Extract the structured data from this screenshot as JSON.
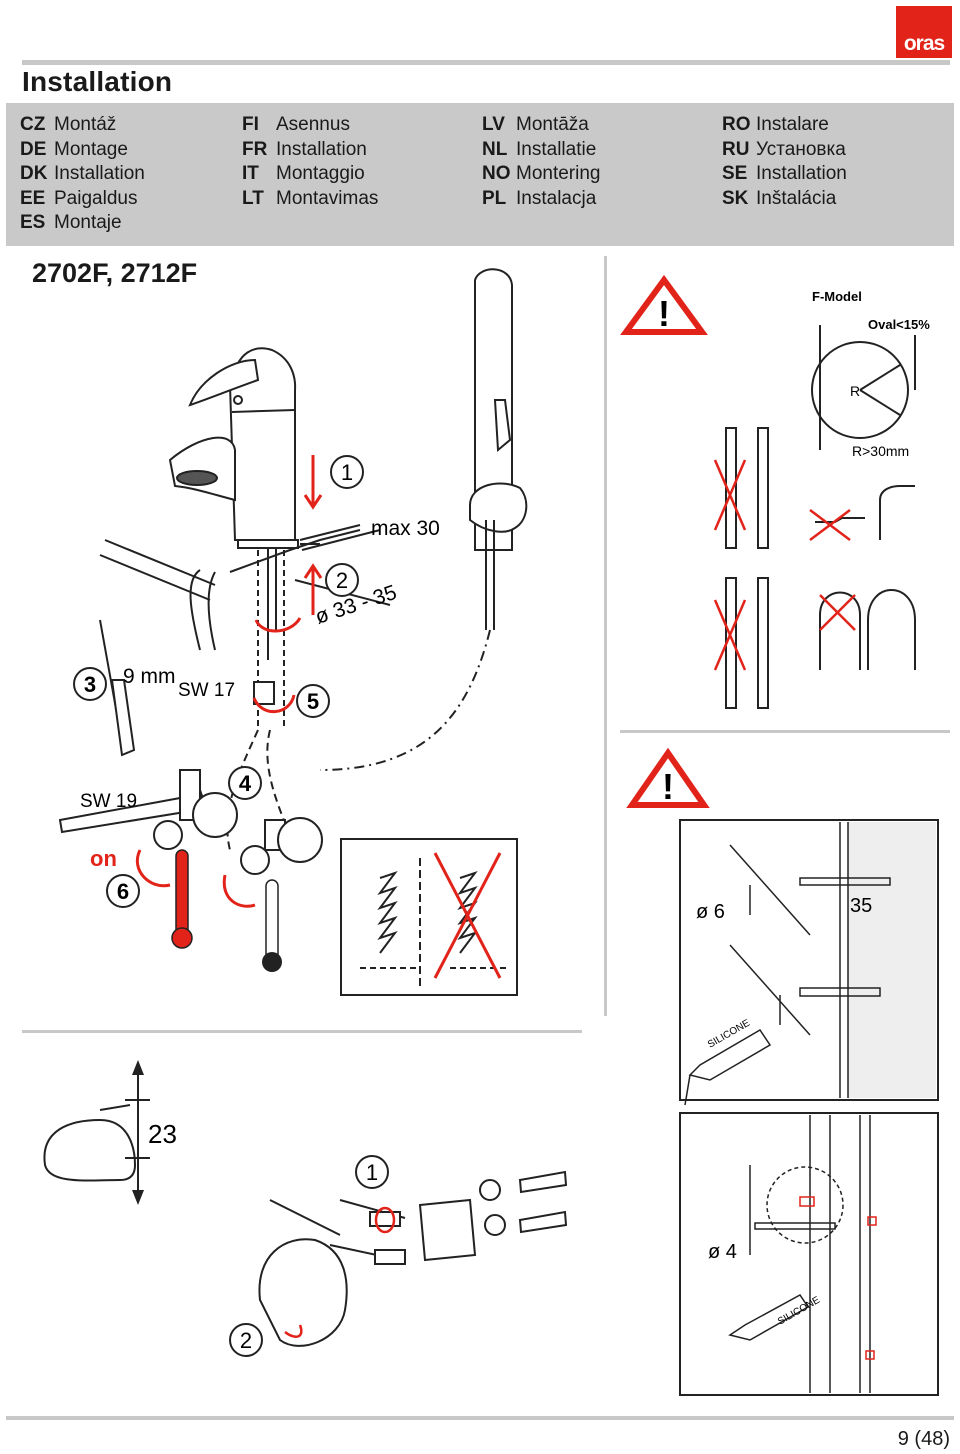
{
  "header": {
    "title": "Installation",
    "logo_text": "oras",
    "brand_color": "#e2231a"
  },
  "languages": [
    [
      {
        "code": "CZ",
        "label": "Montáž"
      },
      {
        "code": "DE",
        "label": "Montage"
      },
      {
        "code": "DK",
        "label": "Installation"
      },
      {
        "code": "EE",
        "label": "Paigaldus"
      },
      {
        "code": "ES",
        "label": "Montaje"
      }
    ],
    [
      {
        "code": "FI",
        "label": "Asennus"
      },
      {
        "code": "FR",
        "label": "Installation"
      },
      {
        "code": "IT",
        "label": "Montaggio"
      },
      {
        "code": "LT",
        "label": "Montavimas"
      }
    ],
    [
      {
        "code": "LV",
        "label": "Montāža"
      },
      {
        "code": "NL",
        "label": "Installatie"
      },
      {
        "code": "NO",
        "label": "Montering"
      },
      {
        "code": "PL",
        "label": "Instalacja"
      }
    ],
    [
      {
        "code": "RO",
        "label": "Instalare"
      },
      {
        "code": "RU",
        "label": "Установка"
      },
      {
        "code": "SE",
        "label": "Installation"
      },
      {
        "code": "SK",
        "label": "Inštalácia"
      }
    ]
  ],
  "model": "2702F, 2712F",
  "faucet": {
    "step1": "1",
    "step2": "2",
    "step3": "3",
    "step4": "4",
    "step5": "5",
    "step6": "6",
    "max_label": "max 30",
    "diameter_label": "ø 33 - 35",
    "nine_mm": "9 mm",
    "sw17": "SW 17",
    "sw19": "SW 19",
    "on_label": "on"
  },
  "hose": {
    "warning_glyph": "!",
    "f_model": "F-Model",
    "oval": "Oval<15%",
    "radius": "R",
    "radius_min": "R>30mm"
  },
  "wall": {
    "warning_glyph": "!",
    "d6": "ø 6",
    "d35": "35",
    "d4": "ø 4",
    "silicone1": "SILICONE",
    "silicone2": "SILICONE"
  },
  "holder": {
    "dim23": "23",
    "step1": "1",
    "step2": "2"
  },
  "footer": {
    "page": "9 (48)"
  }
}
